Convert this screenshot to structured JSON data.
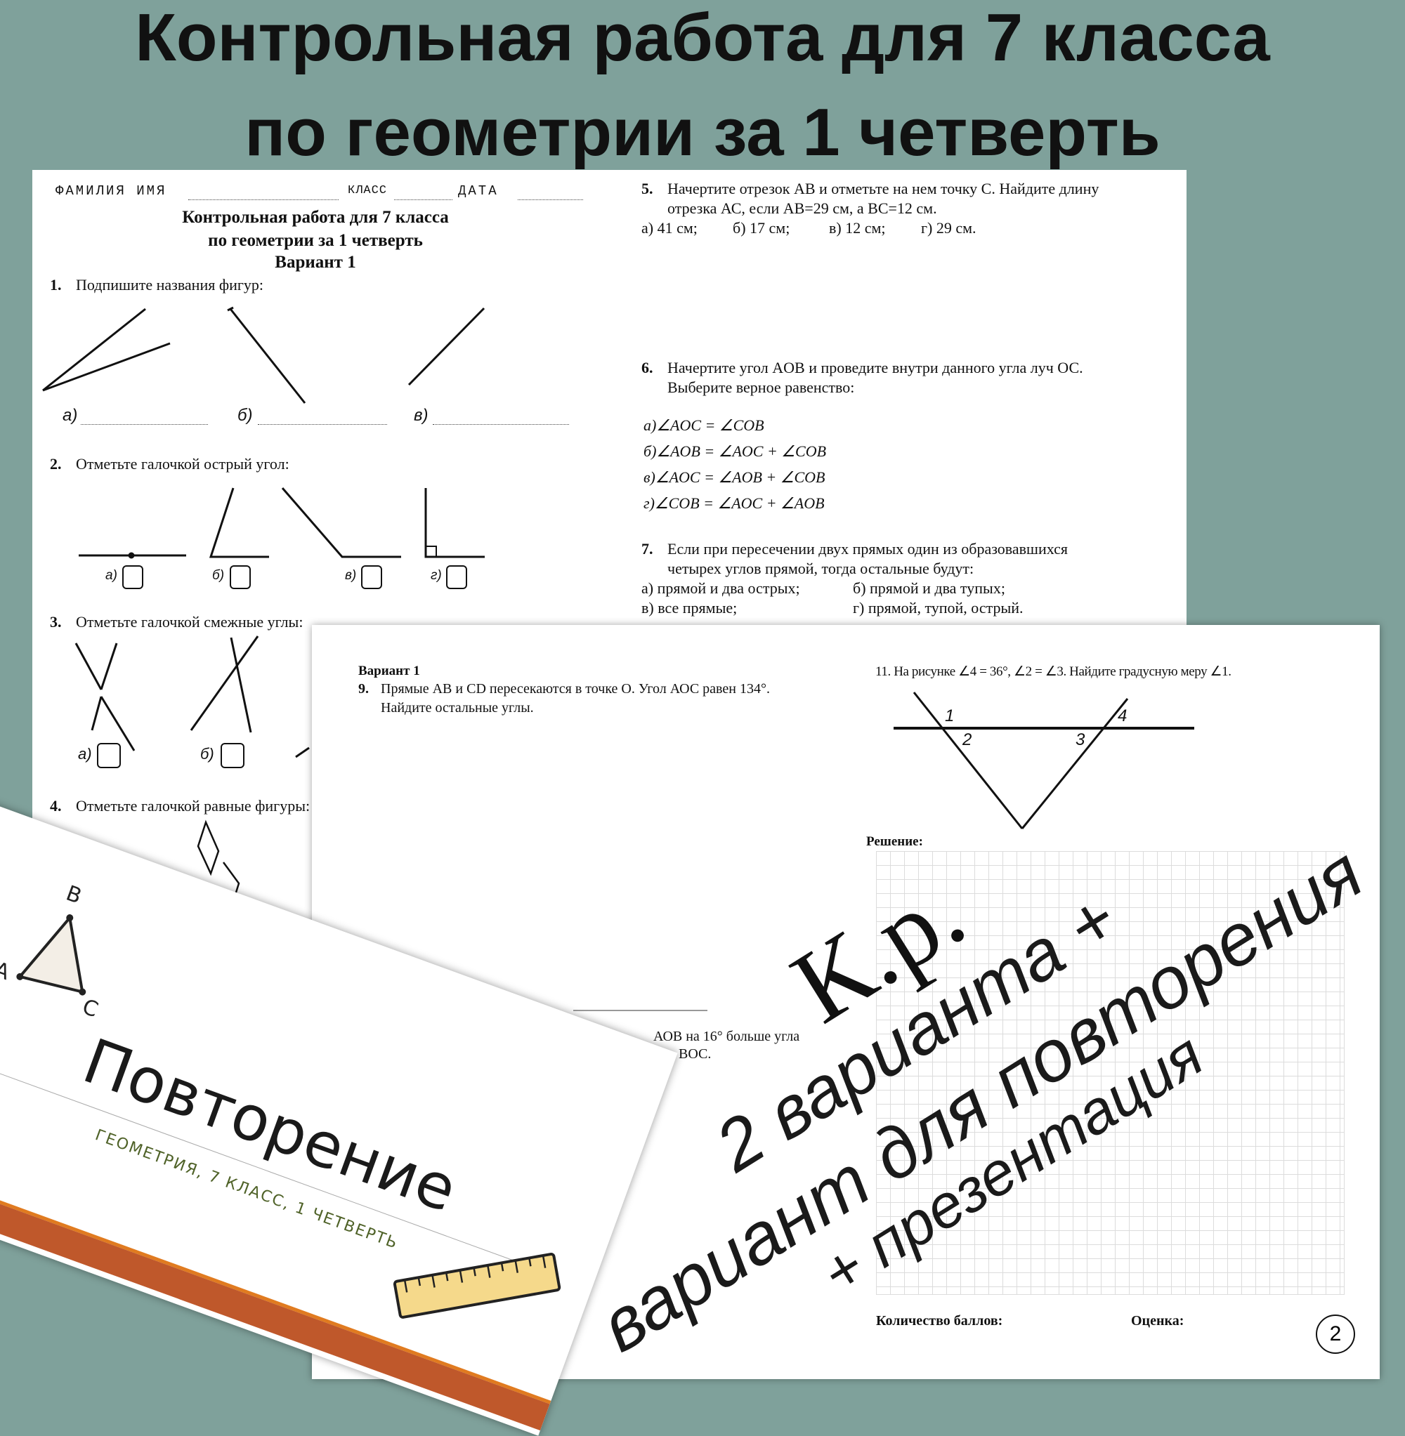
{
  "headline": {
    "line1": "Контрольная работа для 7 класса",
    "line2": "по геометрии за 1 четверть"
  },
  "page1": {
    "header": {
      "name_label": "ФАМИЛИЯ ИМЯ",
      "class_label": "КЛАСС",
      "date_label": "ДАТА"
    },
    "title": [
      "Контрольная работа для 7 класса",
      "по геометрии за 1 четверть",
      "Вариант 1"
    ],
    "q1": {
      "num": "1.",
      "text": "Подпишите названия фигур:",
      "labels": [
        "а)",
        "б)",
        "в)"
      ]
    },
    "q2": {
      "num": "2.",
      "text": "Отметьте галочкой острый угол:",
      "labels": [
        "а)",
        "б)",
        "в)",
        "г)"
      ]
    },
    "q3": {
      "num": "3.",
      "text": "Отметьте галочкой смежные углы:",
      "labels": [
        "а)",
        "б)"
      ]
    },
    "q4": {
      "num": "4.",
      "text": "Отметьте галочкой равные фигуры:"
    },
    "q5": {
      "num": "5.",
      "lines": [
        "Начертите отрезок АВ и отметьте на нем точку С. Найдите длину",
        "отрезка АС, если АВ=29 см, а ВС=12 см."
      ],
      "answers": [
        "а) 41 см;",
        "б) 17 см;",
        "в) 12 см;",
        "г) 29 см."
      ]
    },
    "q6": {
      "num": "6.",
      "lines": [
        "Начертите угол AOB и проведите внутри данного угла луч ОС.",
        "Выберите верное равенство:"
      ],
      "answers": [
        "а)∠AOC = ∠COB",
        "б)∠AOB = ∠AOC + ∠COB",
        "в)∠AOC = ∠AOB + ∠COB",
        "г)∠COB = ∠AOC + ∠AOB"
      ]
    },
    "q7": {
      "num": "7.",
      "lines": [
        "Если при пересечении двух прямых один из образовавшихся",
        "четырех углов прямой, тогда остальные будут:"
      ],
      "answers": [
        "а) прямой и два острых;",
        "б) прямой и два тупых;",
        "в) все прямые;",
        "г) прямой, тупой, острый."
      ]
    }
  },
  "page2": {
    "variant": "Вариант 1",
    "q9": {
      "num": "9.",
      "lines": [
        "Прямые АВ и CD пересекаются в точке О. Угол АОС равен 134°.",
        "Найдите остальные углы."
      ]
    },
    "q10_fragment": [
      "АОВ на 16° больше угла",
      "ВОС."
    ],
    "q11": {
      "text": "11. На рисунке  ∠4 = 36°, ∠2 = ∠3. Найдите градусную меру ∠1.",
      "angle_labels": [
        "1",
        "2",
        "3",
        "4"
      ]
    },
    "solution_label": "Решение:",
    "score_label": "Количество баллов:",
    "grade_label": "Оценка:",
    "page_number": "2"
  },
  "slide": {
    "title": "Повторение",
    "subtitle": "ГЕОМЕТРИЯ, 7 КЛАСС, 1 ЧЕТВЕРТЬ",
    "triangle_labels": [
      "A",
      "B",
      "C"
    ],
    "colors": {
      "accent_band": "#bf582b",
      "subtitle": "#4f6228",
      "triangle_fill": "#f3eee6",
      "ruler": "#f5d98b"
    }
  },
  "overlay": {
    "line1": "К.р.",
    "line2": "2 варианта +",
    "line3": "вариант для повторения",
    "line4": "+ презентация"
  },
  "colors": {
    "background": "#7fa19b"
  }
}
